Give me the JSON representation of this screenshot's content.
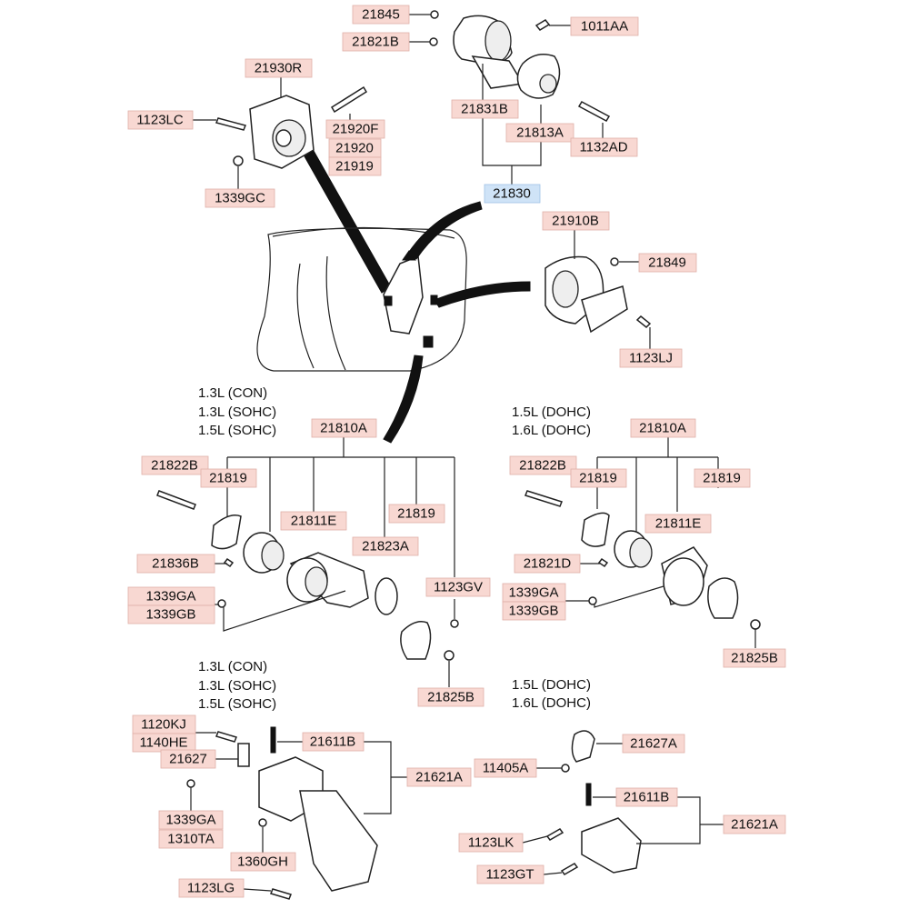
{
  "labels": {
    "l21845": "21845",
    "l21821B": "21821B",
    "l1011AA": "1011AA",
    "l21930R": "21930R",
    "l1123LC": "1123LC",
    "l21920F": "21920F",
    "l21920": "21920",
    "l21919": "21919",
    "l1339GC": "1339GC",
    "l21831B": "21831B",
    "l21813A": "21813A",
    "l1132AD": "1132AD",
    "l21830": "21830",
    "l21910B": "21910B",
    "l21849": "21849",
    "l1123LJ": "1123LJ",
    "a21810A": "21810A",
    "a21822B": "21822B",
    "a21819a": "21819",
    "a21811E": "21811E",
    "a21819b": "21819",
    "a21823A": "21823A",
    "a21836B": "21836B",
    "a1339GA": "1339GA",
    "a1339GB": "1339GB",
    "a1123GV": "1123GV",
    "a21825B": "21825B",
    "b21810A": "21810A",
    "b21822B": "21822B",
    "b21819a": "21819",
    "b21819b": "21819",
    "b21811E": "21811E",
    "b21821D": "21821D",
    "b1339GA": "1339GA",
    "b1339GB": "1339GB",
    "b21825B": "21825B",
    "c1120KJ": "1120KJ",
    "c1140HE": "1140HE",
    "c21627": "21627",
    "c21611B": "21611B",
    "c21621A": "21621A",
    "c1339GA": "1339GA",
    "c1310TA": "1310TA",
    "c1360GH": "1360GH",
    "c1123LG": "1123LG",
    "d21627A": "21627A",
    "d11405A": "11405A",
    "d21611B": "21611B",
    "d21621A": "21621A",
    "d1123LK": "1123LK",
    "d1123GT": "1123GT"
  },
  "variants": {
    "left_mid": [
      "1.3L (CON)",
      "1.3L (SOHC)",
      "1.5L (SOHC)"
    ],
    "right_mid": [
      "1.5L (DOHC)",
      "1.6L (DOHC)"
    ],
    "left_bottom": [
      "1.3L (CON)",
      "1.3L (SOHC)",
      "1.5L (SOHC)"
    ],
    "right_bottom": [
      "1.5L (DOHC)",
      "1.6L (DOHC)"
    ]
  },
  "colors": {
    "label_fill": "#f8d8d2",
    "highlight_fill": "#cfe3f7"
  }
}
